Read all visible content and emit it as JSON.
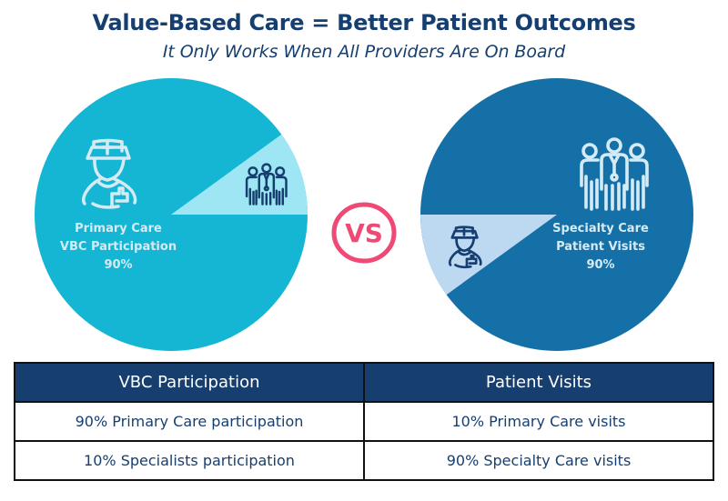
{
  "header": {
    "title": "Value-Based Care = Better Patient Outcomes",
    "subtitle": "It Only Works When All Providers Are On Board"
  },
  "vs_label": "VS",
  "colors": {
    "title": "#163f70",
    "left_pie_major": "#15b5d4",
    "left_pie_minor": "#9ee6f4",
    "right_pie_major": "#1570a8",
    "right_pie_minor": "#bdd9f1",
    "vs_badge": "#ef4a76",
    "table_header_bg": "#163f70",
    "table_text": "#163f70"
  },
  "left_pie": {
    "label_line1": "Primary Care",
    "label_line2": "VBC Participation",
    "label_value": "90%",
    "major_icon": "doctor-icon",
    "minor_icon": "specialists-group-icon"
  },
  "right_pie": {
    "label_line1": "Specialty Care",
    "label_line2": "Patient Visits",
    "label_value": "90%",
    "major_icon": "specialists-group-icon",
    "minor_icon": "doctor-icon"
  },
  "table": {
    "headers": [
      "VBC Participation",
      "Patient Visits"
    ],
    "rows": [
      [
        "90% Primary Care participation",
        "10% Primary Care visits"
      ],
      [
        "10% Specialists participation",
        "90% Specialty Care visits"
      ]
    ]
  },
  "chart_data": [
    {
      "type": "pie",
      "title": "Primary Care VBC Participation",
      "categories": [
        "Primary Care",
        "Specialists"
      ],
      "values": [
        90,
        10
      ],
      "unit": "%",
      "annotation": "Primary Care VBC Participation 90%"
    },
    {
      "type": "pie",
      "title": "Specialty Care Patient Visits",
      "categories": [
        "Specialty Care",
        "Primary Care"
      ],
      "values": [
        90,
        10
      ],
      "unit": "%",
      "annotation": "Specialty Care Patient Visits 90%"
    }
  ]
}
